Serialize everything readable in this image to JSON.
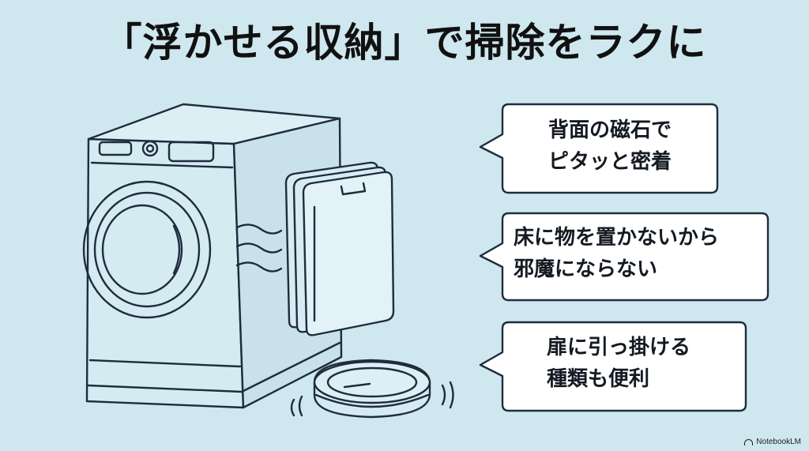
{
  "title": "「浮かせる収納」で掃除をラクに",
  "callouts": [
    {
      "lines": [
        "背面の磁石で",
        "ピタッと密着"
      ]
    },
    {
      "lines": [
        "床に物を置かないから",
        "邪魔にならない"
      ]
    },
    {
      "lines": [
        "扉に引っ掛ける",
        "種類も便利"
      ]
    }
  ],
  "watermark": "NotebookLM",
  "colors": {
    "background": "#cfe7ee",
    "line": "#1e2c3e",
    "bubble_fill": "#ffffff",
    "text": "#141a22"
  },
  "icons": [
    "washing-machine-icon",
    "magnetic-rack-icon",
    "robot-vacuum-icon",
    "motion-lines-icon"
  ]
}
